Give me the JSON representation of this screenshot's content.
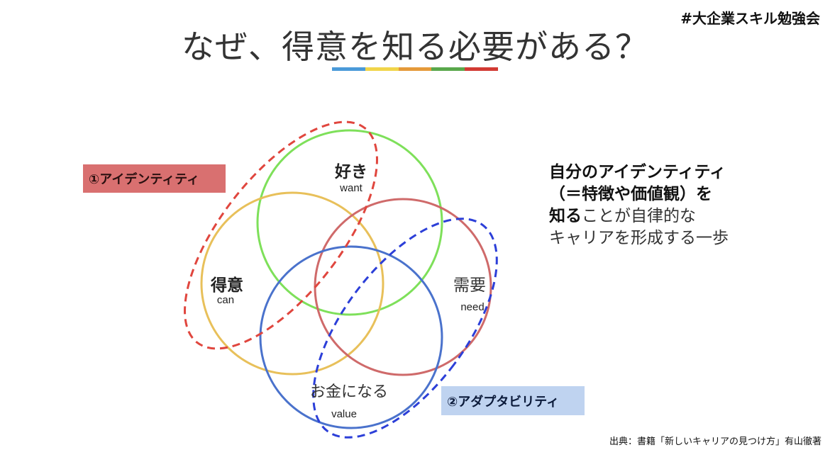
{
  "hashtag": "#大企業スキル勉強会",
  "title": "なぜ、得意を知る必要がある？",
  "title_bar_colors": [
    "#4a9ad9",
    "#f1d54a",
    "#e59a3a",
    "#59a84b",
    "#d23a33"
  ],
  "circles": {
    "want": {
      "label": "好き",
      "sublabel": "want",
      "color": "#7ee05a"
    },
    "can": {
      "label": "得意",
      "sublabel": "can",
      "color": "#e8c05a"
    },
    "need": {
      "label": "需要",
      "sublabel": "need",
      "color": "#cf6a6a"
    },
    "value": {
      "label": "お金になる",
      "sublabel": "value",
      "color": "#4a72cc"
    }
  },
  "identity_label": "①アイデンティティ",
  "adaptability_label": "②アダプタビリティ",
  "side_text": {
    "line1": "自分のアイデンティティ",
    "line2": "（＝特徴や価値観）を",
    "line3_bold": "知る",
    "line3_rest": "ことが自律的な",
    "line4": "キャリアを形成する一歩"
  },
  "source": "出典：書籍「新しいキャリアの見つけ方」有山徹著"
}
